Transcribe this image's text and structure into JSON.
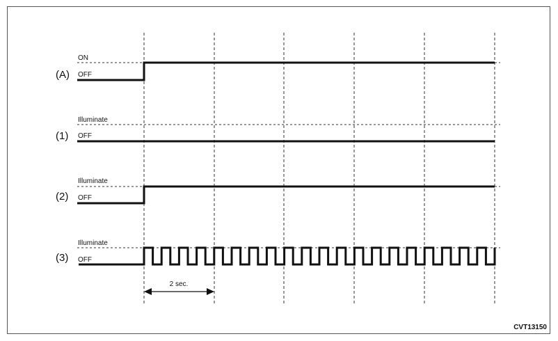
{
  "rows": [
    {
      "label": "(A)",
      "high_state": "ON",
      "low_state": "OFF",
      "waveform": "step"
    },
    {
      "label": "(1)",
      "high_state": "Illuminate",
      "low_state": "OFF",
      "waveform": "low"
    },
    {
      "label": "(2)",
      "high_state": "Illuminate",
      "low_state": "OFF",
      "waveform": "step"
    },
    {
      "label": "(3)",
      "high_state": "Illuminate",
      "low_state": "OFF",
      "waveform": "blink"
    }
  ],
  "interval": {
    "label": "2 sec."
  },
  "figure_code": "CVT13150",
  "colors": {
    "line": "#111111",
    "frame": "#555555",
    "background": "#ffffff"
  }
}
